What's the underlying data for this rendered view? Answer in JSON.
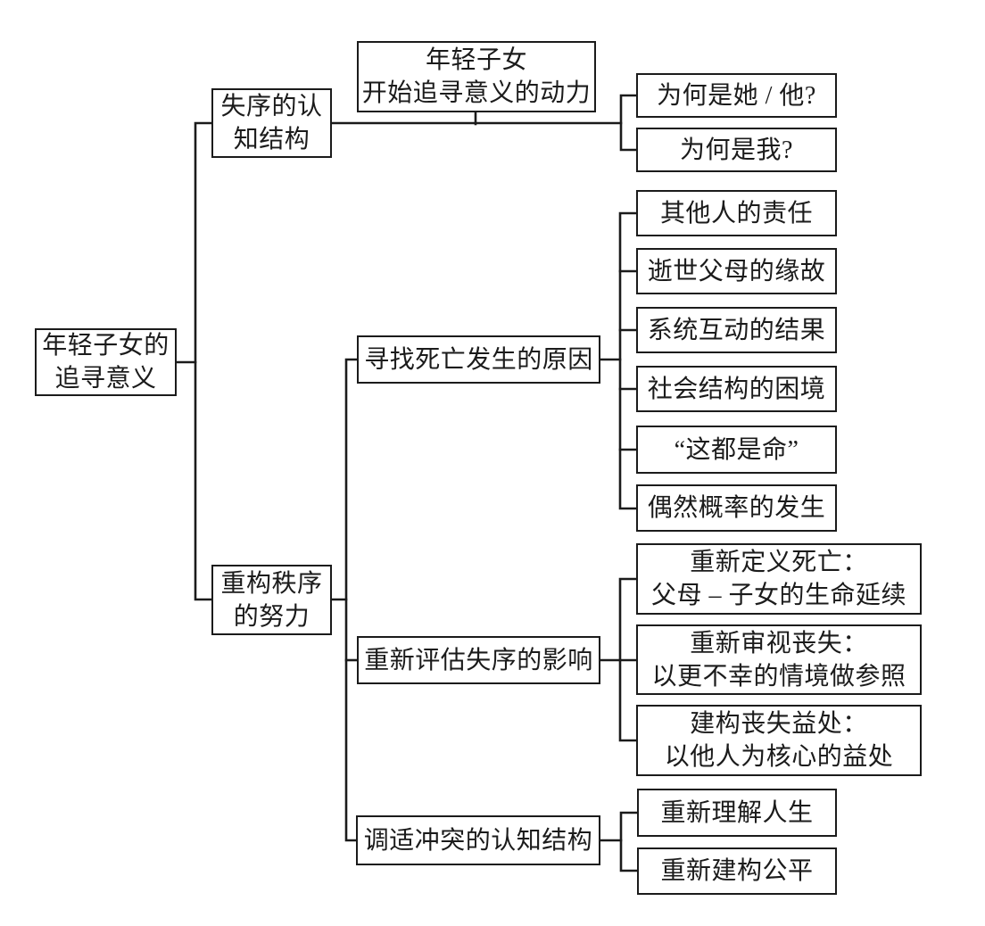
{
  "diagram": {
    "type": "tree-flowchart",
    "colors": {
      "line": "#1b1b1b",
      "text": "#1b1b1b",
      "background": "#ffffff"
    },
    "nodes": {
      "root": "年轻子女的\n追寻意义",
      "disorder": "失序的认\n知结构",
      "motive": "年轻子女\n开始追寻意义的动力",
      "why_her": "为何是她 / 他?",
      "why_me": "为何是我?",
      "rebuild": "重构秩序\n的努力",
      "find_cause": "寻找死亡发生的原因",
      "cause_others": "其他人的责任",
      "cause_parents": "逝世父母的缘故",
      "cause_system": "系统互动的结果",
      "cause_social": "社会结构的困境",
      "cause_fate": "“这都是命”",
      "cause_chance": "偶然概率的发生",
      "reassess": "重新评估失序的影响",
      "redefine_death": "重新定义死亡：\n父母 – 子女的生命延续",
      "review_loss": "重新审视丧失：\n以更不幸的情境做参照",
      "construct_benefit": "建构丧失益处：\n以他人为核心的益处",
      "adjust": "调适冲突的认知结构",
      "rethink_life": "重新理解人生",
      "rebuild_fairness": "重新建构公平"
    },
    "edges": [
      [
        "root",
        "disorder"
      ],
      [
        "root",
        "rebuild"
      ],
      [
        "disorder",
        "motive"
      ],
      [
        "motive",
        "why_her"
      ],
      [
        "motive",
        "why_me"
      ],
      [
        "rebuild",
        "find_cause"
      ],
      [
        "rebuild",
        "reassess"
      ],
      [
        "rebuild",
        "adjust"
      ],
      [
        "find_cause",
        "cause_others"
      ],
      [
        "find_cause",
        "cause_parents"
      ],
      [
        "find_cause",
        "cause_system"
      ],
      [
        "find_cause",
        "cause_social"
      ],
      [
        "find_cause",
        "cause_fate"
      ],
      [
        "find_cause",
        "cause_chance"
      ],
      [
        "reassess",
        "redefine_death"
      ],
      [
        "reassess",
        "review_loss"
      ],
      [
        "reassess",
        "construct_benefit"
      ],
      [
        "adjust",
        "rethink_life"
      ],
      [
        "adjust",
        "rebuild_fairness"
      ]
    ]
  }
}
